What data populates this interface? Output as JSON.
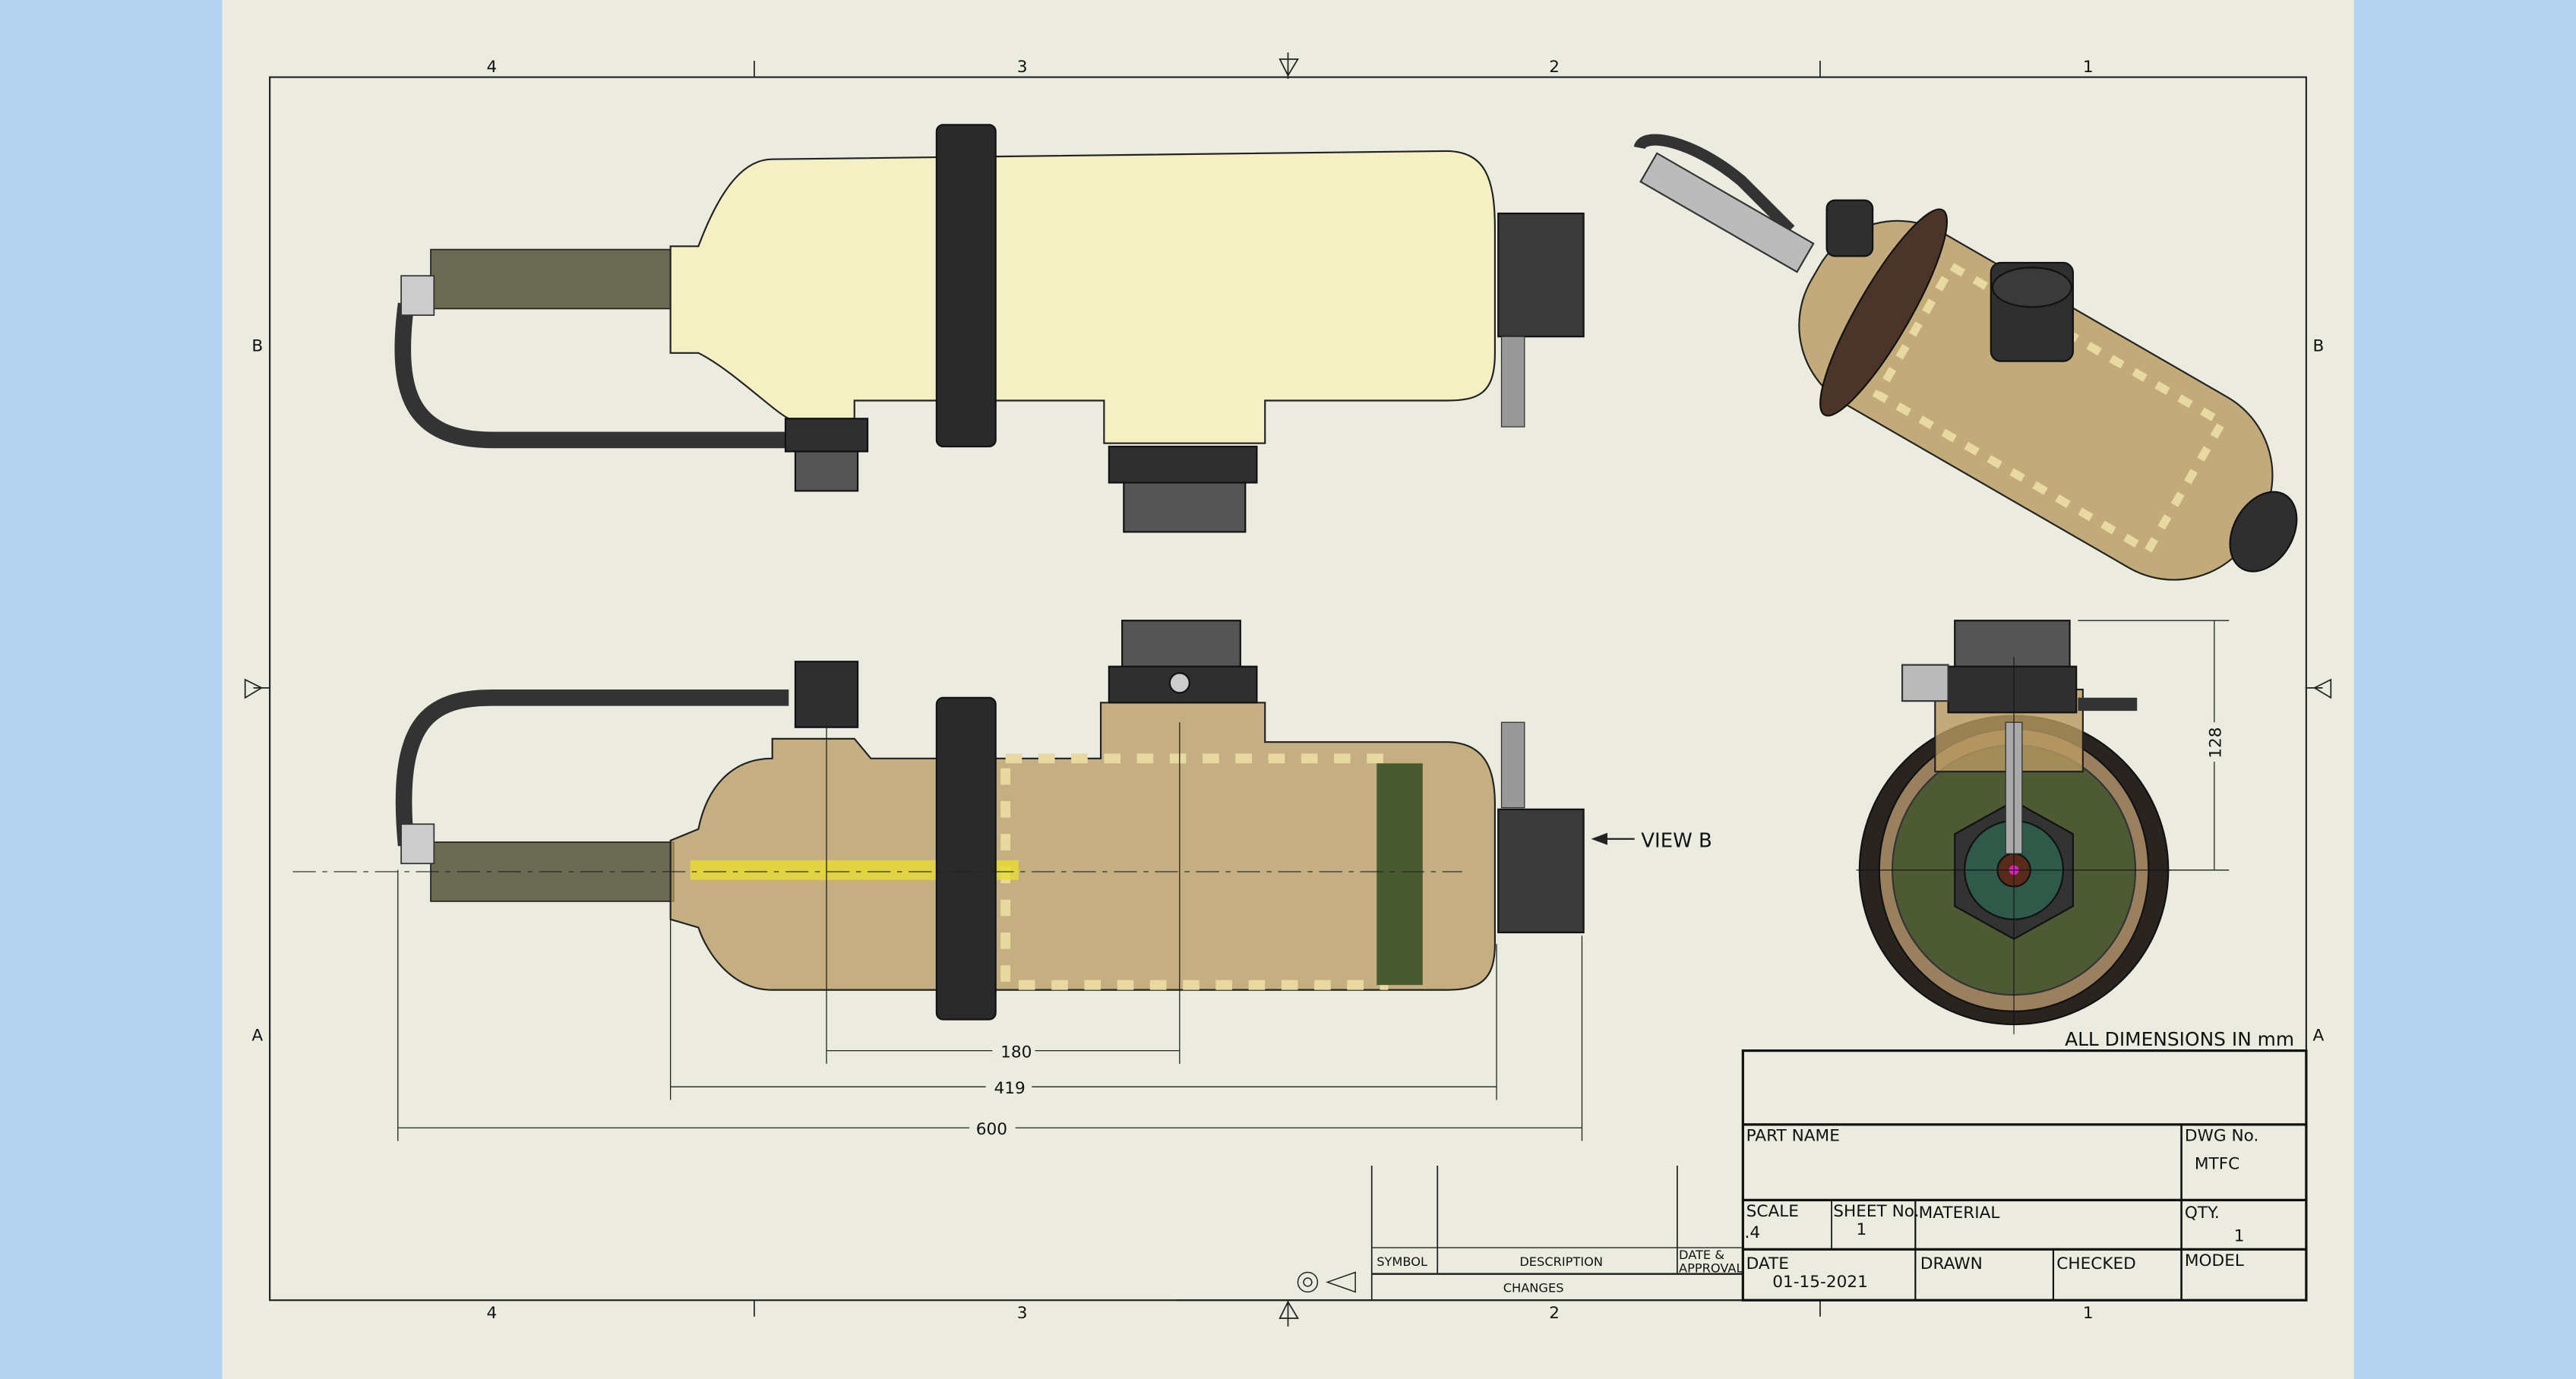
{
  "sheet": {
    "zone_columns": [
      "4",
      "3",
      "2",
      "1"
    ],
    "zone_rows": [
      "B",
      "A"
    ],
    "note": "ALL DIMENSIONS IN mm",
    "view_label": "VIEW B"
  },
  "dimensions": {
    "d180": "180",
    "d419": "419",
    "d600": "600",
    "d128": "128"
  },
  "title_block": {
    "part_name_label": "PART NAME",
    "dwg_no_label": "DWG No.",
    "dwg_no": "MTFC",
    "scale_label": "SCALE",
    "scale": ".4",
    "sheet_label": "SHEET No.",
    "sheet": "1",
    "material_label": "MATERIAL",
    "qty_label": "QTY.",
    "qty": "1",
    "date_label": "DATE",
    "date": "01-15-2021",
    "drawn_label": "DRAWN",
    "checked_label": "CHECKED",
    "model_label": "MODEL"
  },
  "revisions": {
    "symbol": "SYMBOL",
    "description": "DESCRIPTION",
    "date_approval_1": "DATE &",
    "date_approval_2": "APPROVAL",
    "changes": "CHANGES"
  },
  "colors": {
    "background": "#b4d3f1",
    "sheet": "#ecebdf",
    "housing_opaque": "#f4f0c4",
    "housing_transparent": "#b89a62"
  }
}
